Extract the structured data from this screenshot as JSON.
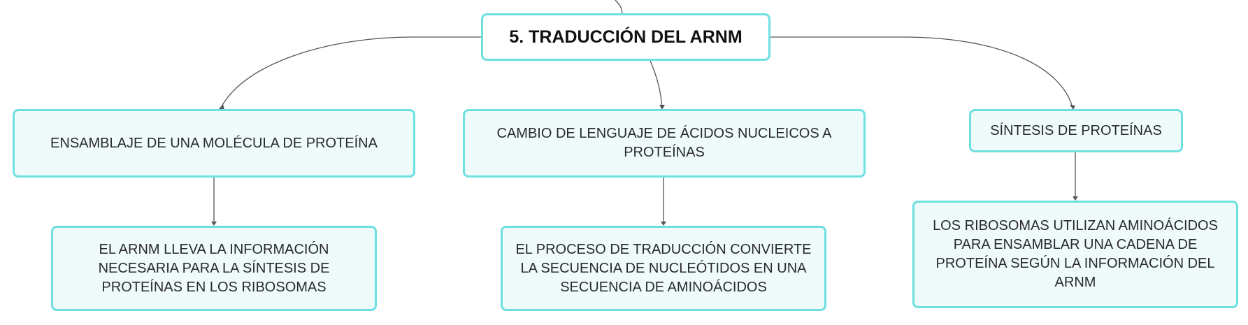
{
  "root": {
    "label": "5. TRADUCCIÓN DEL ARNM"
  },
  "branches": [
    {
      "label": "ENSAMBLAJE DE UNA MOLÉCULA DE PROTEÍNA"
    },
    {
      "label": "CAMBIO DE LENGUAJE DE ÁCIDOS NUCLEICOS A PROTEÍNAS"
    },
    {
      "label": "SÍNTESIS DE PROTEÍNAS"
    }
  ],
  "details": [
    {
      "label": "EL ARNM LLEVA LA INFORMACIÓN NECESARIA PARA LA SÍNTESIS DE PROTEÍNAS EN LOS RIBOSOMAS"
    },
    {
      "label": "EL PROCESO DE TRADUCCIÓN CONVIERTE LA SECUENCIA DE NUCLEÓTIDOS EN UNA SECUENCIA DE AMINOÁCIDOS"
    },
    {
      "label": "LOS RIBOSOMAS UTILIZAN AMINOÁCIDOS PARA ENSAMBLAR UNA CADENA DE PROTEÍNA SEGÚN LA INFORMACIÓN DEL ARNM"
    }
  ],
  "colors": {
    "node_border": "#6fe0e0",
    "node_fill": "#effbfb",
    "connector": "#555555"
  }
}
